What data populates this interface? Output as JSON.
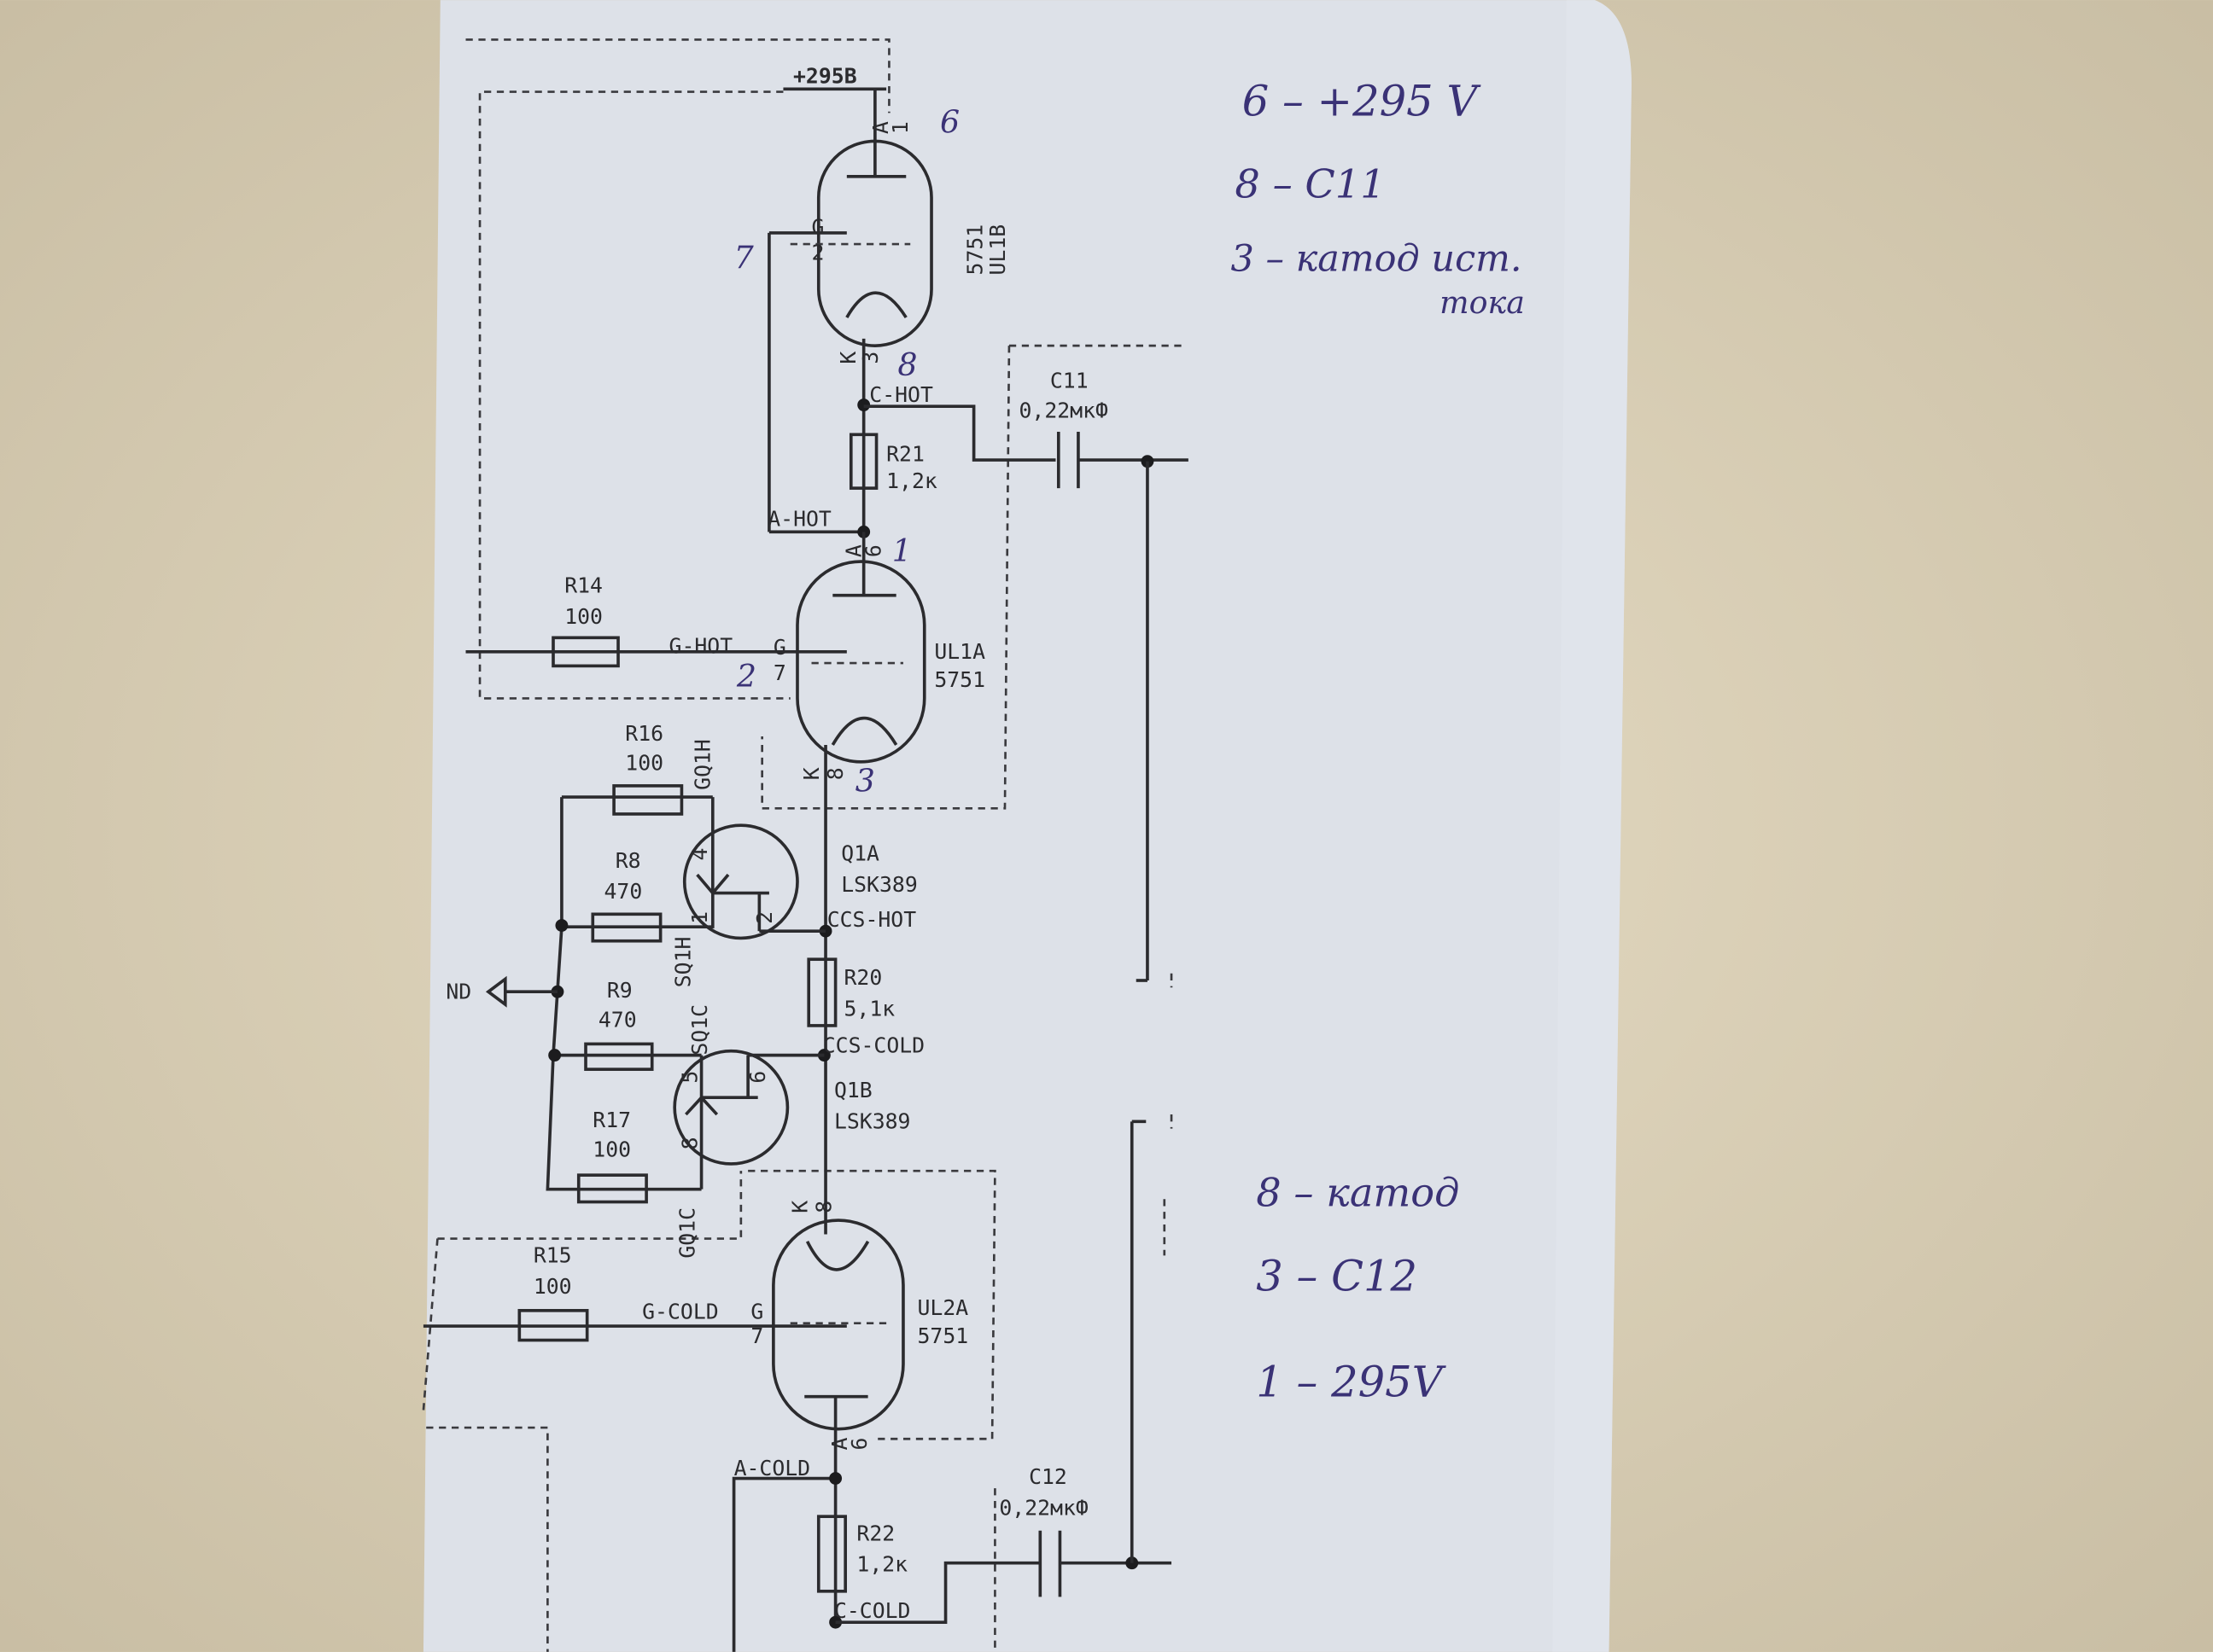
{
  "colors": {
    "paper": "#dde1e8",
    "background": "#d9cfb6",
    "ink": "#2b2b2e",
    "pen": "#3a3276"
  },
  "supply": {
    "label": "+295В"
  },
  "tubes": {
    "ul1b": {
      "name": "UL1B",
      "type": "5751",
      "pin_a": "A",
      "pin_a_num": "1",
      "pin_g": "G",
      "pin_g_num": "2",
      "pin_k": "K",
      "pin_k_num": "3"
    },
    "ul1a": {
      "name": "UL1A",
      "type": "5751",
      "pin_a": "A",
      "pin_a_num": "6",
      "pin_g": "G",
      "pin_g_num": "7",
      "pin_k": "K",
      "pin_k_num": "8"
    },
    "ul2a": {
      "name": "UL2A",
      "type": "5751",
      "pin_a": "A",
      "pin_a_num": "6",
      "pin_g": "G",
      "pin_g_num": "7",
      "pin_k": "K",
      "pin_k_num": "8"
    }
  },
  "nets": {
    "c_hot": "C-HOT",
    "a_hot": "A-HOT",
    "g_hot": "G-HOT",
    "ccs_hot": "CCS-HOT",
    "ccs_cold": "CCS-COLD",
    "g_cold": "G-COLD",
    "a_cold": "A-COLD",
    "c_cold": "C-COLD",
    "gq1h": "GQ1H",
    "sq1h": "SQ1H",
    "sq1c": "SQ1C",
    "gq1c": "GQ1C",
    "nd": "ND"
  },
  "components": {
    "c11": {
      "ref": "C11",
      "value": "0,22мкФ"
    },
    "c12": {
      "ref": "C12",
      "value": "0,22мкФ"
    },
    "r21": {
      "ref": "R21",
      "value": "1,2к"
    },
    "r22": {
      "ref": "R22",
      "value": "1,2к"
    },
    "r14": {
      "ref": "R14",
      "value": "100"
    },
    "r15": {
      "ref": "R15",
      "value": "100"
    },
    "r16": {
      "ref": "R16",
      "value": "100"
    },
    "r17": {
      "ref": "R17",
      "value": "100"
    },
    "r8": {
      "ref": "R8",
      "value": "470"
    },
    "r9": {
      "ref": "R9",
      "value": "470"
    },
    "r20": {
      "ref": "R20",
      "value": "5,1к"
    },
    "q1a": {
      "ref": "Q1A",
      "type": "LSK389",
      "pin1": "1",
      "pin2": "2",
      "pin4": "4"
    },
    "q1b": {
      "ref": "Q1B",
      "type": "LSK389",
      "pin5": "5",
      "pin6": "6",
      "pin8": "8"
    }
  },
  "handwritten_pins": {
    "ul1b_a": "6",
    "ul1b_g": "7",
    "ul1b_k": "8",
    "ul1a_a": "1",
    "ul1a_g": "2",
    "ul1a_k": "3"
  },
  "notes_top": [
    "6 – +295 V",
    "8 – C11",
    "3 – катод ист.",
    "тока"
  ],
  "notes_bottom": [
    "8 – катод",
    "3 – C12",
    "1 – 295V"
  ]
}
